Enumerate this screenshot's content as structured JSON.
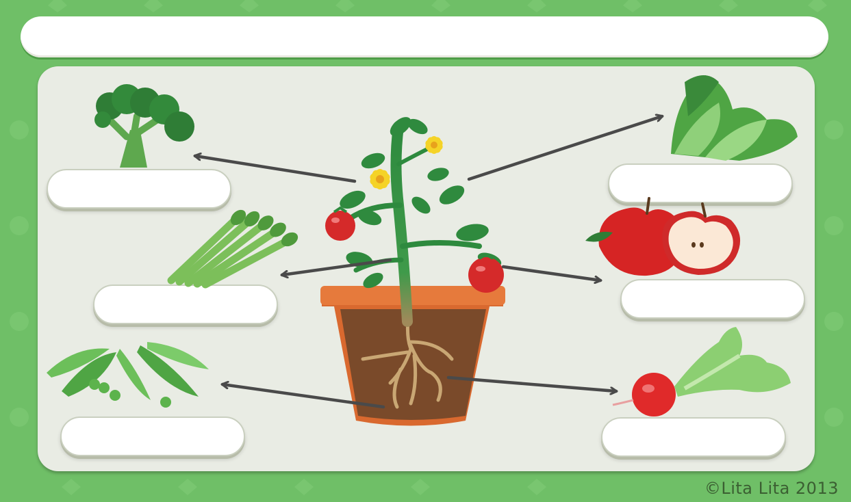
{
  "diagram": {
    "title_box_text": "",
    "labels": {
      "top_left": "",
      "middle_left": "",
      "bottom_left": "",
      "top_right": "",
      "middle_right": "",
      "bottom_right": ""
    },
    "copyright": "©Lita Lita 2013"
  },
  "colors": {
    "background_green": "#6fbf67",
    "board": "#e9ece4",
    "arrow": "#4a4a4a",
    "pot": "#d9692f",
    "soil": "#7a4a2a",
    "stem": "#2e8a3e",
    "flower": "#f5d327",
    "tomato": "#d52a2a"
  },
  "items": [
    {
      "name": "broccoli"
    },
    {
      "name": "asparagus"
    },
    {
      "name": "peas"
    },
    {
      "name": "lettuce"
    },
    {
      "name": "apple"
    },
    {
      "name": "radish"
    }
  ]
}
